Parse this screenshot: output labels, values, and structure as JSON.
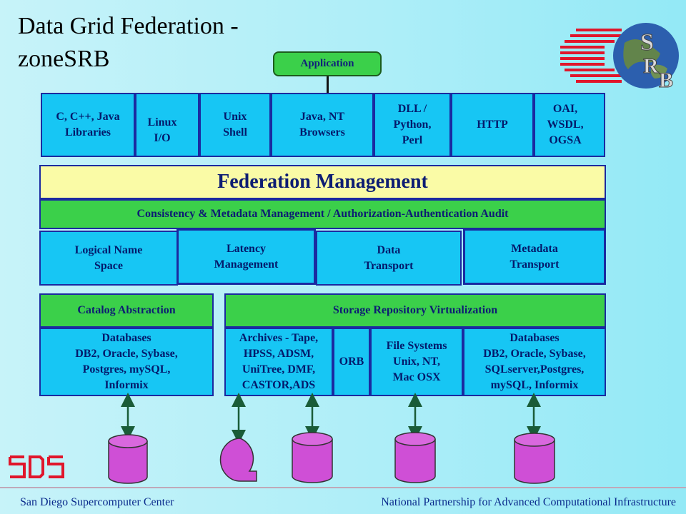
{
  "title": "Data Grid Federation -\nzoneSRB",
  "application": "Application",
  "libraries": [
    "C, C++, Java\nLibraries",
    "Linux\nI/O",
    "Unix\nShell",
    "Java, NT\nBrowsers",
    "DLL /\nPython,\nPerl",
    "HTTP",
    "OAI,\nWSDL,\nOGSA"
  ],
  "federation_management": "Federation Management",
  "consistency": "Consistency  & Metadata Management / Authorization-Authentication Audit",
  "services": [
    "Logical Name\nSpace",
    "Latency\nManagement",
    "Data\nTransport",
    "Metadata\nTransport"
  ],
  "catalog": {
    "header": "Catalog Abstraction",
    "body": "Databases\nDB2, Oracle, Sybase,\nPostgres, mySQL,\nInformix"
  },
  "storage": {
    "header": "Storage Repository Virtualization",
    "archives": "Archives - Tape,\nHPSS, ADSM,\nUniTree, DMF,\nCASTOR,ADS",
    "orb": "ORB",
    "filesystems": "File Systems\nUnix, NT,\nMac OSX",
    "databases": "Databases\nDB2, Oracle, Sybase,\nSQLserver,Postgres,\nmySQL, Informix"
  },
  "footer": {
    "left": "San Diego Supercomputer Center",
    "right": "National Partnership for Advanced Computational Infrastructure"
  },
  "logo_letters": "SRB",
  "colors": {
    "box_blue": "#17c6f4",
    "green": "#3bd04a",
    "yellow": "#fafba6",
    "storage_purple": "#cf4fd6",
    "arrow": "#1a5c38",
    "logo_red": "#e0162b"
  }
}
